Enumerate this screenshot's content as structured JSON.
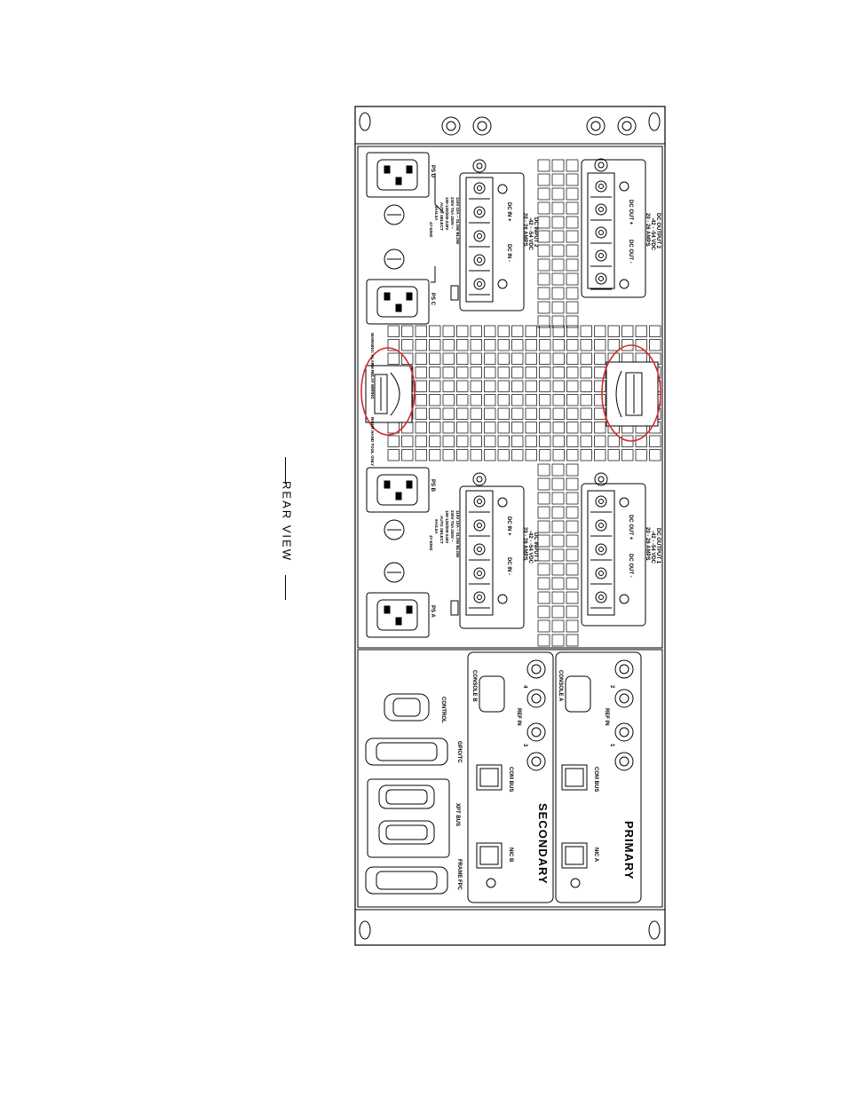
{
  "view_label": "REAR VIEW",
  "psu_labels": {
    "ps_d": "PS D",
    "ps_c": "PS C",
    "ps_b": "PS B",
    "ps_a": "PS A",
    "fuse_rating": "115V 10A ~ SLOW BLOW",
    "fuse_rating_2": "230V T5A 250V ~",
    "input_range": "100-120/200-240V",
    "auto_select": "AUTO SELECT",
    "freq": "47-63HZ",
    "amps": "9A/4.5A"
  },
  "dc_inputs": {
    "input_2_title": "DC INPUT 2",
    "input_1_title": "DC INPUT 1",
    "voltage": "-42 - -54 VDC",
    "current": "20 - 26 AMPS",
    "plus": "DC IN +",
    "minus": "DC IN -"
  },
  "dc_outputs": {
    "output_2_title": "DC OUTPUT 2",
    "output_1_title": "DC OUTPUT 1",
    "voltage": "-42 - -54 VDC",
    "current": "20 - 26 AMPS",
    "plus": "DC OUT +",
    "minus": "DC OUT -"
  },
  "handle_labels": {
    "left_top": "WARNING: ALARM RELAY WIRING",
    "left_bottom": "RIGHT HAND TOOL ONLY"
  },
  "lower_panel": {
    "control": "CONTROL",
    "gpio_tc": "GPIO/TC",
    "xpt_bus": "XPT BUS",
    "frame_fpc": "FRAME FPC",
    "secondary": "SECONDARY",
    "primary": "PRIMARY",
    "console_b": "CONSOLE B",
    "console_a": "CONSOLE A",
    "ref_in": "REF IN",
    "com_bus": "COM BUS",
    "nic_b": "NIC B",
    "nic_a": "NIC A",
    "bnc_4": "4",
    "bnc_3": "3",
    "bnc_2": "2",
    "bnc_1": "1"
  },
  "colors": {
    "line": "#000000",
    "highlight": "#d42a2a"
  }
}
